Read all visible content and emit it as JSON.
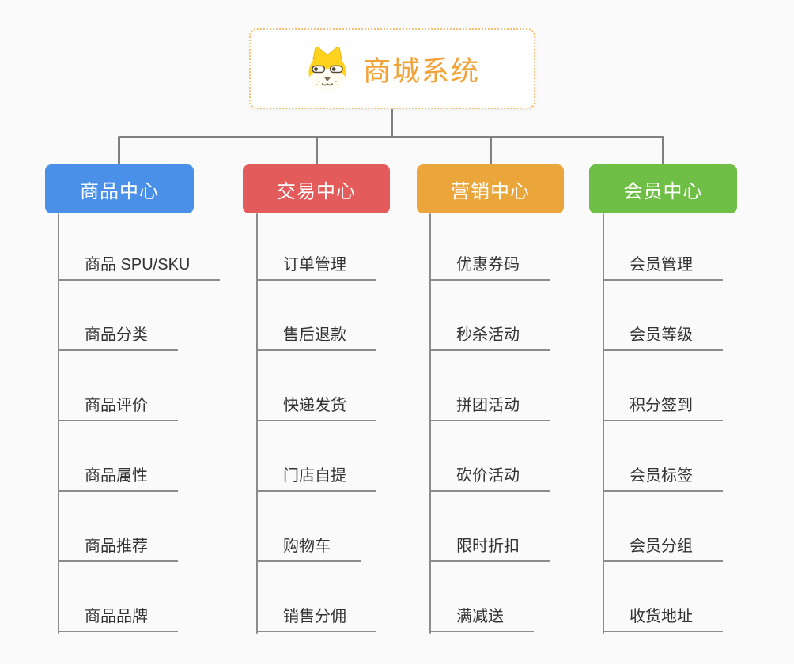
{
  "root": {
    "title": "商城系统",
    "icon": "dog-face-icon"
  },
  "branches": [
    {
      "label": "商品中心",
      "color": "#4a90e8",
      "items": [
        "商品 SPU/SKU",
        "商品分类",
        "商品评价",
        "商品属性",
        "商品推荐",
        "商品品牌"
      ]
    },
    {
      "label": "交易中心",
      "color": "#e45b5b",
      "items": [
        "订单管理",
        "售后退款",
        "快递发货",
        "门店自提",
        "购物车",
        "销售分佣"
      ]
    },
    {
      "label": "营销中心",
      "color": "#eba63b",
      "items": [
        "优惠券码",
        "秒杀活动",
        "拼团活动",
        "砍价活动",
        "限时折扣",
        "满减送"
      ]
    },
    {
      "label": "会员中心",
      "color": "#6fbe45",
      "items": [
        "会员管理",
        "会员等级",
        "积分签到",
        "会员标签",
        "会员分组",
        "收货地址"
      ]
    }
  ],
  "colors": {
    "background": "#fafafa",
    "connector": "#808080",
    "underline": "#8c8c8c",
    "root_text": "#f1a33a",
    "root_border": "#f5c178",
    "item_text": "#333333"
  }
}
